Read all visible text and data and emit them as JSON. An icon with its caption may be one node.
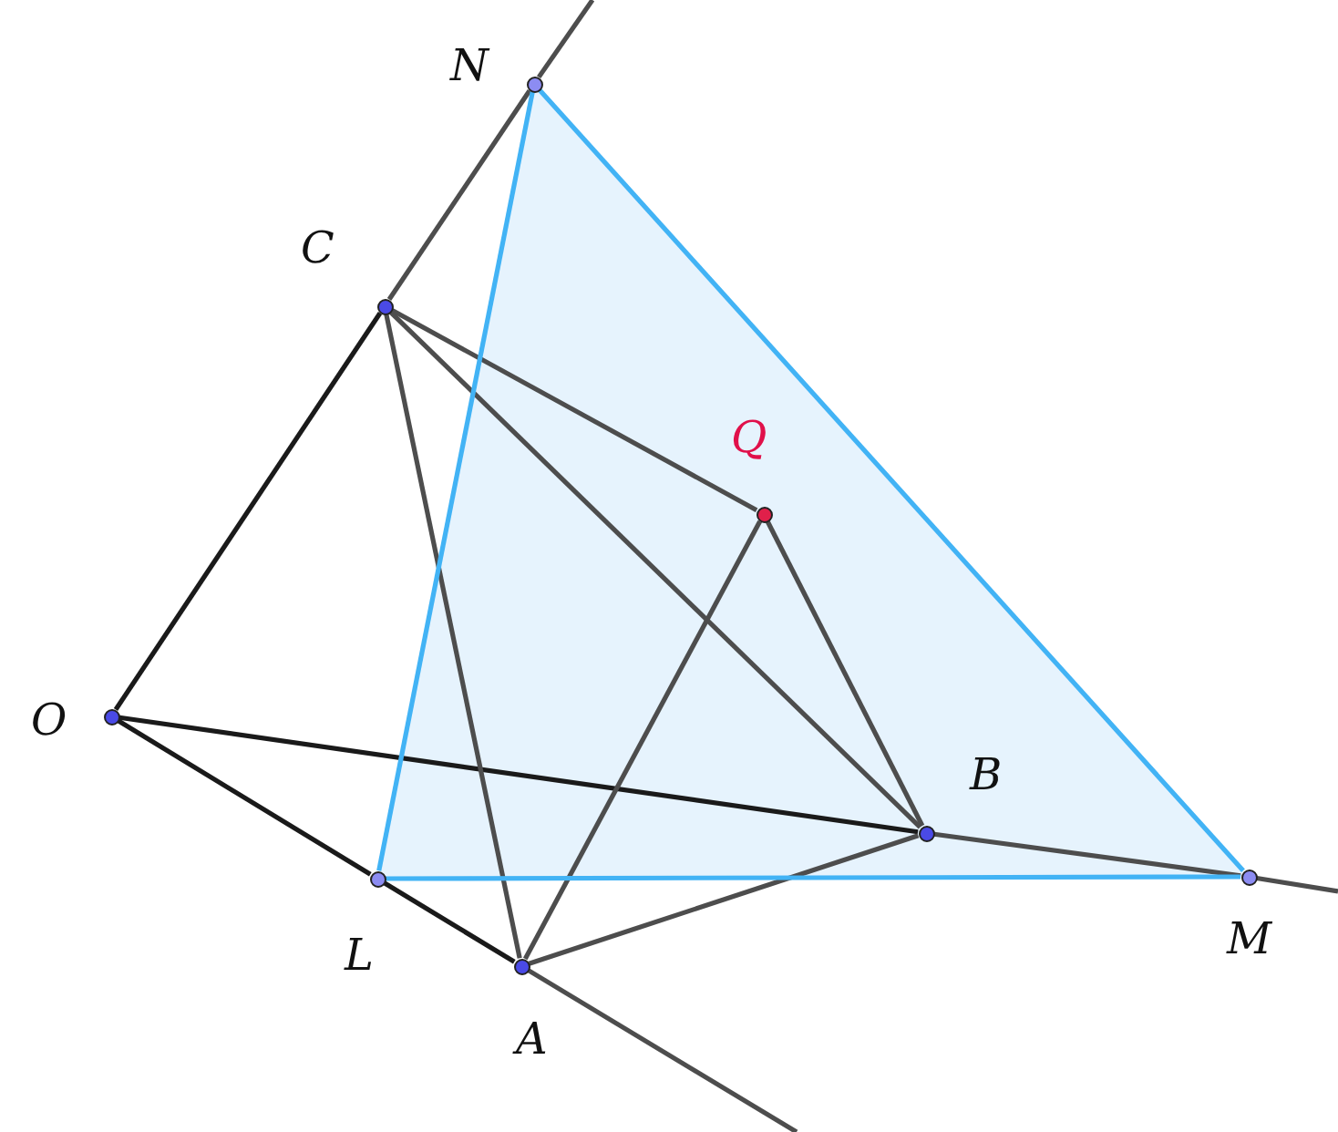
{
  "diagram": {
    "nodes": [
      {
        "text": [],
        "shape": "circle",
        "beside": [
          "N"
        ]
      },
      {
        "text": [],
        "shape": "circle",
        "beside": [
          "C"
        ]
      },
      {
        "text": [],
        "shape": "circle",
        "beside": [
          "Q"
        ]
      },
      {
        "text": [],
        "shape": "circle",
        "beside": [
          "O"
        ]
      },
      {
        "text": [],
        "shape": "circle",
        "beside": [
          "B"
        ]
      },
      {
        "text": [],
        "shape": "circle",
        "beside": [
          "L"
        ]
      },
      {
        "text": [],
        "shape": "circle",
        "beside": [
          "A"
        ]
      },
      {
        "text": [],
        "shape": "circle",
        "beside": [
          "M"
        ]
      }
    ],
    "edges": [
      {
        "from": 3,
        "to": 1,
        "arrow": "none",
        "color": "#1a1a1a"
      },
      {
        "from": 3,
        "to": 5,
        "arrow": "none",
        "color": "#1a1a1a"
      },
      {
        "from": 5,
        "to": 6,
        "arrow": "none",
        "color": "#1a1a1a"
      },
      {
        "from": 3,
        "to": 4,
        "arrow": "none",
        "color": "#1a1a1a"
      },
      {
        "from": 1,
        "to": 0,
        "arrow": "none"
      },
      {
        "from": 0,
        "to": null,
        "arrow": "none"
      },
      {
        "from": 6,
        "to": null,
        "arrow": "none"
      },
      {
        "from": 4,
        "to": 7,
        "arrow": "none"
      },
      {
        "from": 7,
        "to": null,
        "arrow": "none"
      },
      {
        "from": 1,
        "to": 6,
        "arrow": "none"
      },
      {
        "from": 1,
        "to": 4,
        "arrow": "none"
      },
      {
        "from": 1,
        "to": 2,
        "arrow": "none"
      },
      {
        "from": 2,
        "to": 4,
        "arrow": "none"
      },
      {
        "from": 2,
        "to": 6,
        "arrow": "none"
      },
      {
        "from": 6,
        "to": 4,
        "arrow": "none"
      },
      {
        "from": 5,
        "to": 7,
        "arrow": "none",
        "color": "#42b3f5"
      },
      {
        "from": 7,
        "to": 0,
        "arrow": "none",
        "color": "#42b3f5"
      },
      {
        "from": 0,
        "to": 5,
        "arrow": "none",
        "color": "#42b3f5"
      }
    ]
  }
}
